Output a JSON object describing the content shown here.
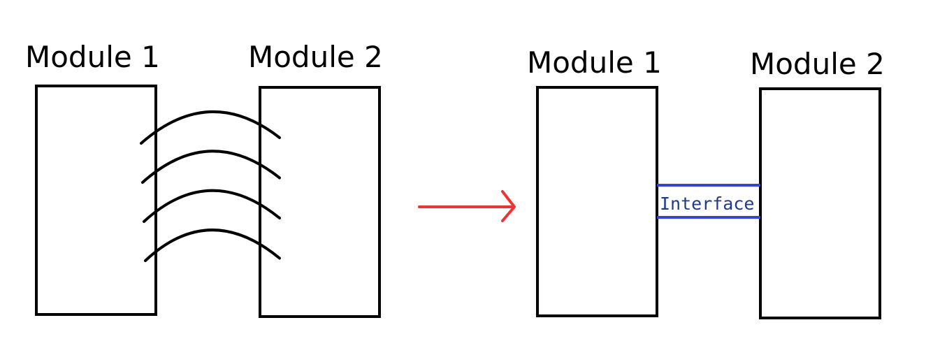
{
  "before": {
    "module_left_label": "Module 1",
    "module_right_label": "Module 2",
    "coupling_line_count": 4
  },
  "after": {
    "module_left_label": "Module 1",
    "module_right_label": "Module 2",
    "interface_label": "Interface"
  },
  "colors": {
    "outline": "#000000",
    "interface": "#3344dd",
    "interface_text": "#1f3a8a",
    "arrow": "#ee3333"
  },
  "icons": {
    "transition": "arrow-right-icon"
  }
}
